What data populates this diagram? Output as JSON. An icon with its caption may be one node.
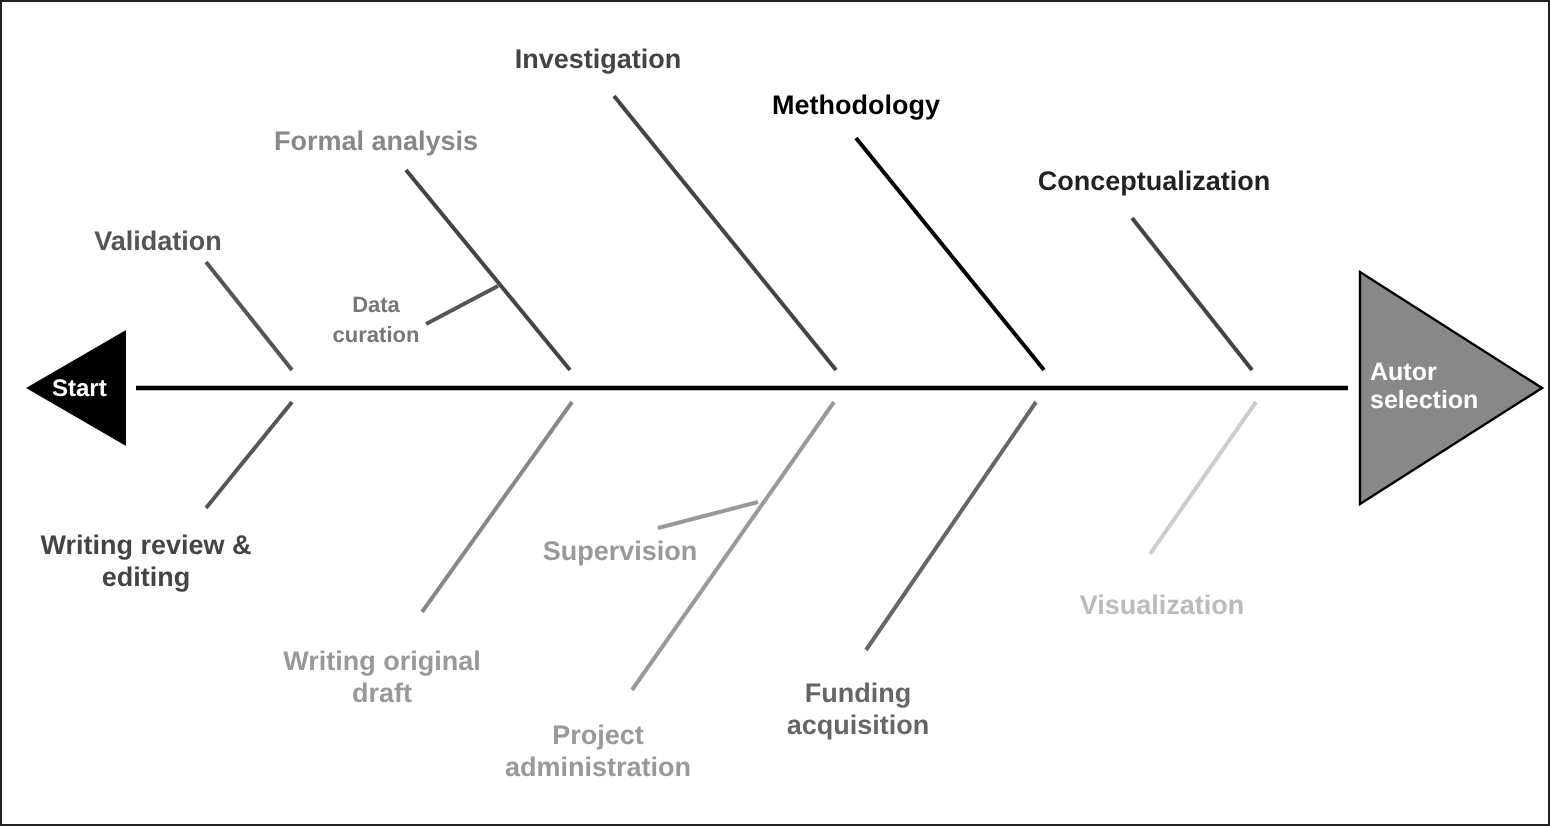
{
  "diagram": {
    "nodes": [
      {
        "text": [
          "Investigation"
        ]
      },
      {
        "text": [
          "Methodology"
        ]
      },
      {
        "text": [
          "Formal analysis"
        ]
      },
      {
        "text": [
          "Conceptualization"
        ]
      },
      {
        "text": [
          "Validation"
        ]
      },
      {
        "text": [
          "Data curation"
        ]
      },
      {
        "text": [
          "Start"
        ]
      },
      {
        "text": [
          "Autor selection"
        ]
      },
      {
        "text": [
          "Supervision"
        ]
      },
      {
        "text": [
          "Writing review & editing"
        ]
      },
      {
        "text": [
          "Visualization"
        ]
      },
      {
        "text": [
          "Writing original draft"
        ]
      },
      {
        "text": [
          "Funding acquisition"
        ]
      },
      {
        "text": [
          "Project administration"
        ]
      }
    ],
    "edges": [
      {
        "from": 6,
        "to": 7,
        "arrow": "none"
      },
      {
        "from": 4,
        "to": null,
        "arrow": "none",
        "color": "#555555"
      },
      {
        "from": 2,
        "to": null,
        "arrow": "none",
        "color": "#444444"
      },
      {
        "from": 5,
        "to": null,
        "arrow": "none",
        "color": "#555555"
      },
      {
        "from": 0,
        "to": null,
        "arrow": "none",
        "color": "#444444"
      },
      {
        "from": 1,
        "to": null,
        "arrow": "none"
      },
      {
        "from": 3,
        "to": null,
        "arrow": "none",
        "color": "#444444"
      },
      {
        "from": 9,
        "to": null,
        "arrow": "none",
        "color": "#555555"
      },
      {
        "from": 11,
        "to": null,
        "arrow": "none",
        "color": "#888888"
      },
      {
        "from": 8,
        "to": null,
        "arrow": "none",
        "color": "#999999"
      },
      {
        "from": 13,
        "to": null,
        "arrow": "none",
        "color": "#999999"
      },
      {
        "from": 12,
        "to": null,
        "arrow": "none",
        "color": "#666666"
      },
      {
        "from": 10,
        "to": null,
        "arrow": "none",
        "color": "#cccccc"
      }
    ]
  }
}
